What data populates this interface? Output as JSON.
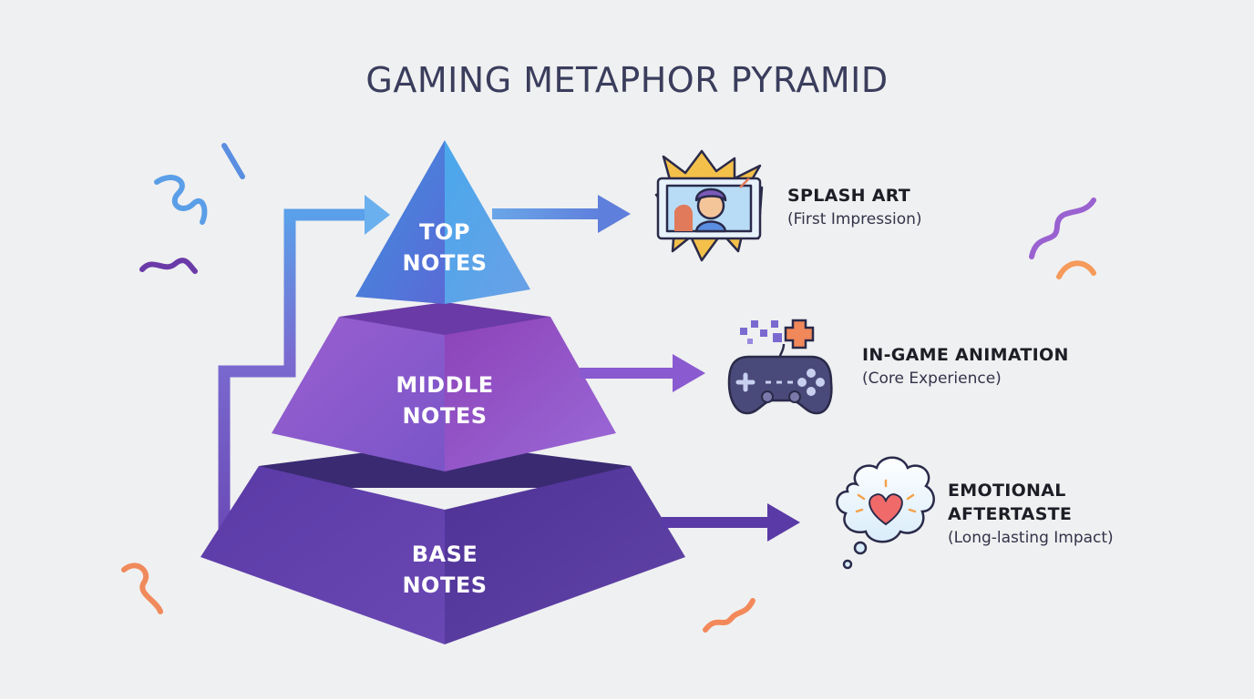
{
  "title": "GAMING METAPHOR PYRAMID",
  "tiers": [
    {
      "line1": "TOP",
      "line2": "NOTES"
    },
    {
      "line1": "MIDDLE",
      "line2": "NOTES"
    },
    {
      "line1": "BASE",
      "line2": "NOTES"
    }
  ],
  "outcomes": [
    {
      "title": "SPLASH ART",
      "subtitle": "(First Impression)",
      "icon": "splash-art-icon"
    },
    {
      "title": "IN-GAME ANIMATION",
      "subtitle": "(Core Experience)",
      "icon": "game-controller-icon"
    },
    {
      "title": "EMOTIONAL\nAFTERTASTE",
      "title_line1": "EMOTIONAL",
      "title_line2": "AFTERTASTE",
      "subtitle": "(Long-lasting Impact)",
      "icon": "heart-thought-bubble-icon"
    }
  ],
  "colors": {
    "top_tier": "#5b8ee0",
    "middle_tier": "#8a4fc4",
    "base_tier": "#5a3a9e",
    "title_text": "#3a3d5c"
  }
}
